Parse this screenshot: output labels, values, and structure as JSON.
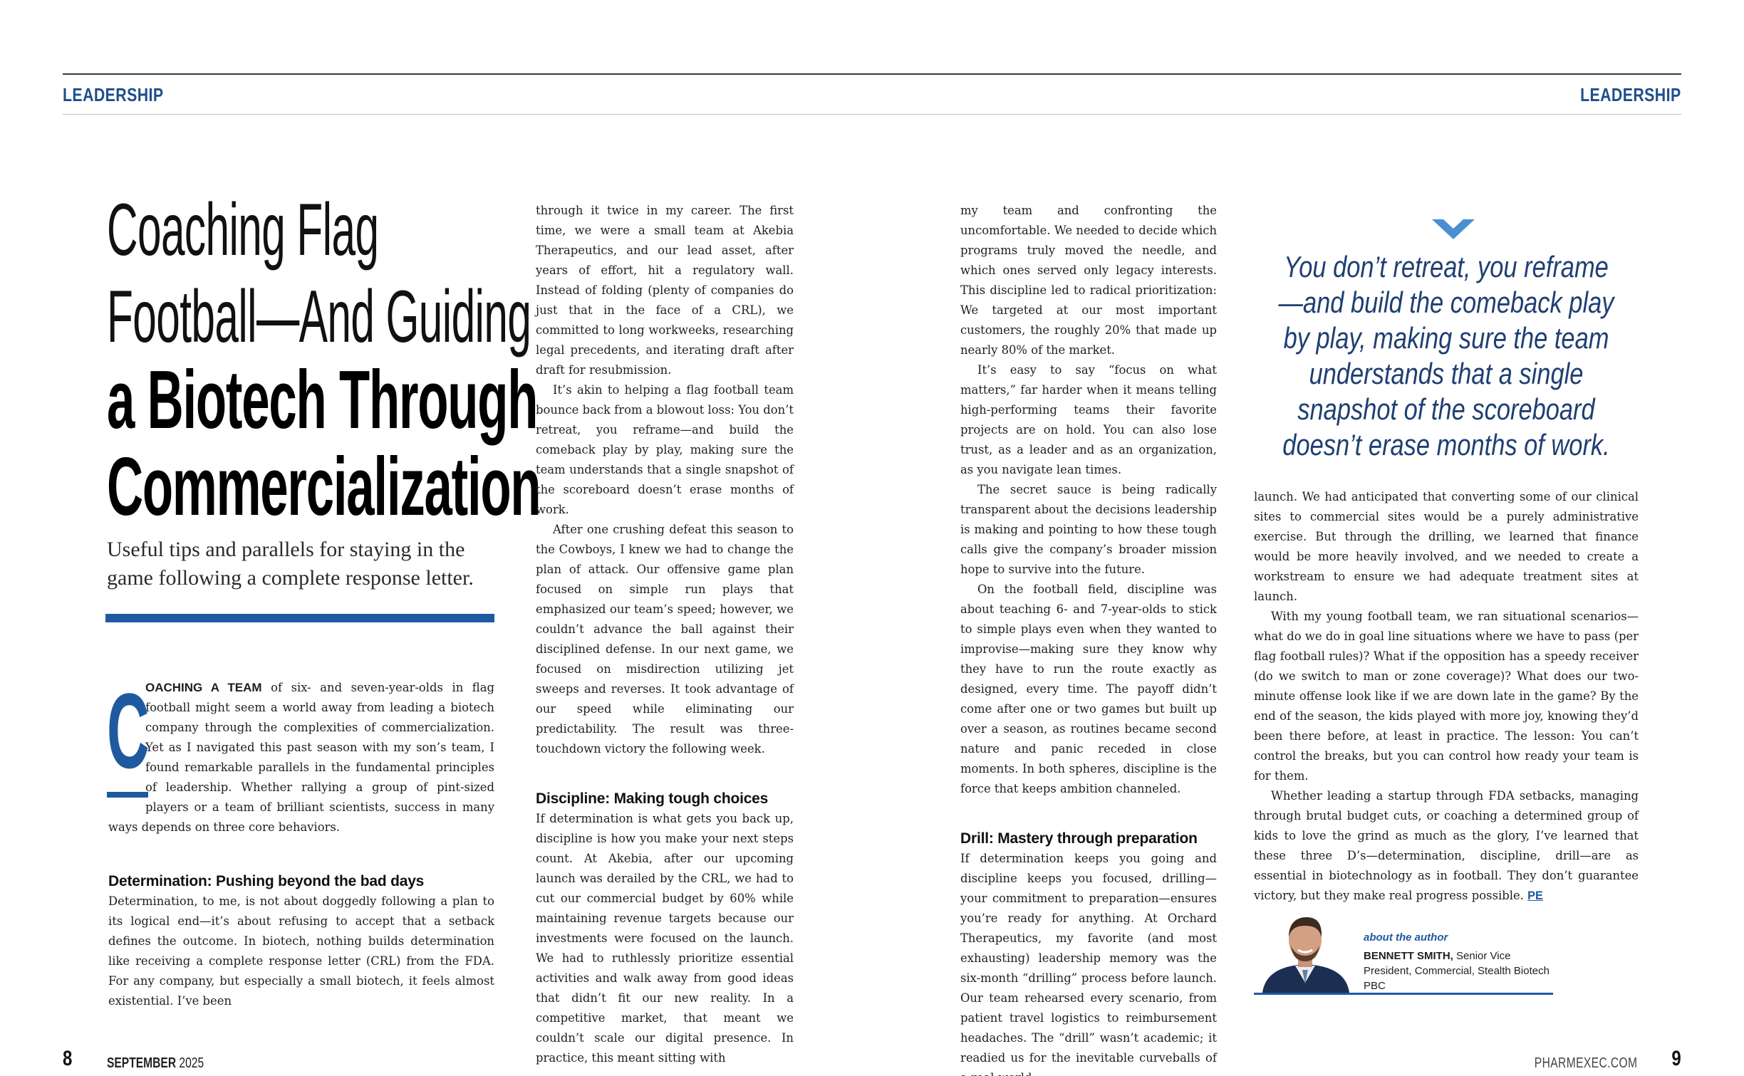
{
  "header": {
    "left_section": "LEADERSHIP",
    "right_section": "LEADERSHIP"
  },
  "title": {
    "line1": "Coaching Flag",
    "line2": "Football—And Guiding",
    "line3": "a Biotech Through",
    "line4": "Commercialization"
  },
  "deck": "Useful tips and parallels for staying in the game following a complete response letter.",
  "dropcap": "C",
  "col1": {
    "lead_caps": "OACHING A TEAM",
    "intro": " of six- and seven-year-olds in flag football might seem a world away from leading a biotech company through the complexities of commercialization. Yet as I navigated this past season with my son’s team, I found remarkable parallels in the fundamental principles of leadership. Whether rallying a group of pint-sized players or a team of brilliant scientists, success in many ways depends on three core behaviors.",
    "subhead1": "Determination: Pushing beyond the bad days",
    "p2": "Determination, to me, is not about doggedly following a plan to its logical end—it’s about refusing to accept that a setback defines the outcome. In biotech, nothing builds determination like receiving a complete response letter (CRL) from the FDA. For any company, but especially a small biotech, it feels almost existential. I’ve been"
  },
  "col2": {
    "p1": "through it twice in my career. The first time, we were a small team at Akebia Therapeutics, and our lead asset, after years of effort, hit a regulatory wall. Instead of folding (plenty of companies do just that in the face of a CRL), we committed to long workweeks, researching legal precedents, and iterating draft after draft for resubmission.",
    "p2": "It’s akin to helping a flag football team bounce back from a blowout loss: You don’t retreat, you reframe—and build the comeback play by play, making sure the team understands that a single snapshot of the scoreboard doesn’t erase months of work.",
    "p3": "After one crushing defeat this season to the Cowboys, I knew we had to change the plan of attack. Our offensive game plan focused on simple run plays that emphasized our team’s speed; however, we couldn’t advance the ball against their disciplined defense. In our next game, we focused on misdirection utilizing jet sweeps and reverses. It took advantage of our speed while eliminating our predictability. The result was three-touchdown victory the following week.",
    "subhead2": "Discipline: Making tough choices",
    "p4": "If determination is what gets you back up, discipline is how you make your next steps count. At Akebia, after our upcoming launch was derailed by the CRL, we had to cut our commercial budget by 60% while maintaining revenue targets because our investments were focused on the launch. We had to ruthlessly prioritize essential activities and walk away from good ideas that didn’t fit our new reality. In a competitive market, that meant we couldn’t scale our digital presence. In practice, this meant sitting with"
  },
  "col3": {
    "p1": "my team and confronting the uncomfortable. We needed to decide which programs truly moved the needle, and which ones served only legacy interests. This discipline led to radical prioritization: We targeted at our most important customers, the roughly 20% that made up nearly 80% of the market.",
    "p2": "It’s easy to say “focus on what matters,” far harder when it means telling high-performing teams their favorite projects are on hold. You can also lose trust, as a leader and as an organization, as you navigate lean times.",
    "p3": "The secret sauce is being radically transparent about the decisions leadership is making and pointing to how these tough calls give the company’s broader mission hope to survive into the future.",
    "p4": "On the football field, discipline was about teaching 6- and 7-year-olds to stick to simple plays even when they wanted to improvise—making sure they know why they have to run the route exactly as designed, every time. The payoff didn’t come after one or two games but built up over a season, as routines became second nature and panic receded in close moments. In both spheres, discipline is the force that keeps ambition channeled.",
    "subhead3": "Drill: Mastery through preparation",
    "p5": "If determination keeps you going and discipline keeps you focused, drilling—your commitment to preparation—ensures you’re ready for anything. At Orchard Therapeutics, my favorite (and most exhausting) leadership memory was the six-month “drilling” process before launch. Our team rehearsed every scenario, from patient travel logistics to reimbursement headaches. The “drill” wasn’t academic; it readied us for the inevitable curveballs of a real-world"
  },
  "pull_quote": "You don’t retreat, you reframe—and build the comeback play by play, making sure the team understands that a single snapshot of the scoreboard doesn’t erase months of work.",
  "col4": {
    "p1": "launch. We had anticipated that converting some of our clinical sites to commercial sites would be a purely administrative exercise. But through the drilling,  we learned that finance would be more heavily involved, and we needed to create a workstream to ensure we had adequate treatment sites at launch.",
    "p2": "With my young football team, we ran situational scenarios—what do we do in goal line situations where we have to pass (per flag football rules)? What if the opposition has a speedy receiver (do we switch to man or zone coverage)? What does our two-minute offense look like if we are down late in the game? By the end of the season, the kids played with more joy, knowing they’d been there before, at least in practice. The lesson: You can’t control the breaks, but you can control how ready your team is for them.",
    "p3": "Whether leading a startup through FDA setbacks, managing through brutal budget cuts, or coaching a determined group of kids to love the grind as much as the glory, I’ve learned that these three D’s—determination, discipline, drill—are as essential in biotechnology as in football. They don’t guarantee victory, but they make real progress possible. ",
    "end_mark": "PE"
  },
  "author": {
    "label": "about the author",
    "name": "BENNETT SMITH,",
    "title": " Senior Vice President, Commercial, Stealth Biotech PBC"
  },
  "footer": {
    "left_page": "8",
    "month": "SEPTEMBER",
    "year": " 2025",
    "site": "PHARMEXEC.COM",
    "right_page": "9"
  },
  "colors": {
    "accent": "#1f5aa0",
    "label": "#1f4e8c",
    "quote": "#1f3f73"
  }
}
